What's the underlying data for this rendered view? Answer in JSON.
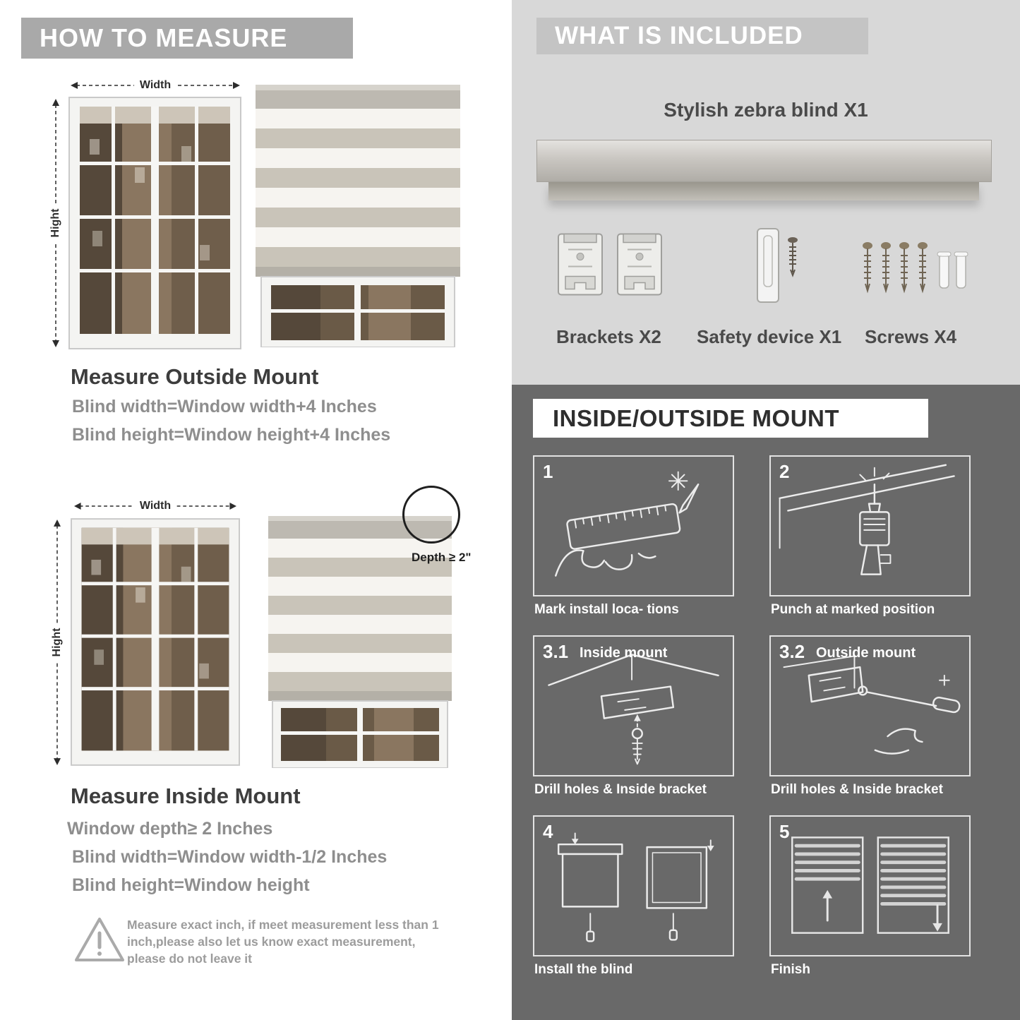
{
  "how_to_measure": {
    "banner": "HOW TO MEASURE",
    "width_label": "Width",
    "height_label": "Hight",
    "outside": {
      "title": "Measure Outside Mount",
      "lines": [
        "Blind width=Window width+4 Inches",
        "Blind height=Window height+4 Inches"
      ]
    },
    "inside": {
      "depth_callout": "Depth ≥ 2\"",
      "title": "Measure Inside Mount",
      "lines": [
        "Window depth≥ 2 Inches",
        "Blind width=Window width-1/2 Inches",
        "Blind height=Window height"
      ]
    },
    "warning_text": "Measure exact inch, if meet measurement less than 1 inch,please also let us know exact measurement, please do not leave it"
  },
  "included": {
    "banner": "WHAT IS INCLUDED",
    "product_label": "Stylish zebra blind X1",
    "items": [
      {
        "label": "Brackets X2"
      },
      {
        "label": "Safety device X1"
      },
      {
        "label": "Screws X4"
      }
    ]
  },
  "mount_guide": {
    "banner": "INSIDE/OUTSIDE MOUNT",
    "steps": [
      {
        "num": "1",
        "title": "",
        "caption": "Mark install loca- tions"
      },
      {
        "num": "2",
        "title": "",
        "caption": "Punch at  marked position"
      },
      {
        "num": "3.1",
        "title": "Inside mount",
        "caption": "Drill holes &  Inside bracket"
      },
      {
        "num": "3.2",
        "title": "Outside mount",
        "caption": "Drill holes &  Inside bracket"
      },
      {
        "num": "4",
        "title": "",
        "caption": "Install the blind"
      },
      {
        "num": "5",
        "title": "",
        "caption": "Finish"
      }
    ]
  }
}
